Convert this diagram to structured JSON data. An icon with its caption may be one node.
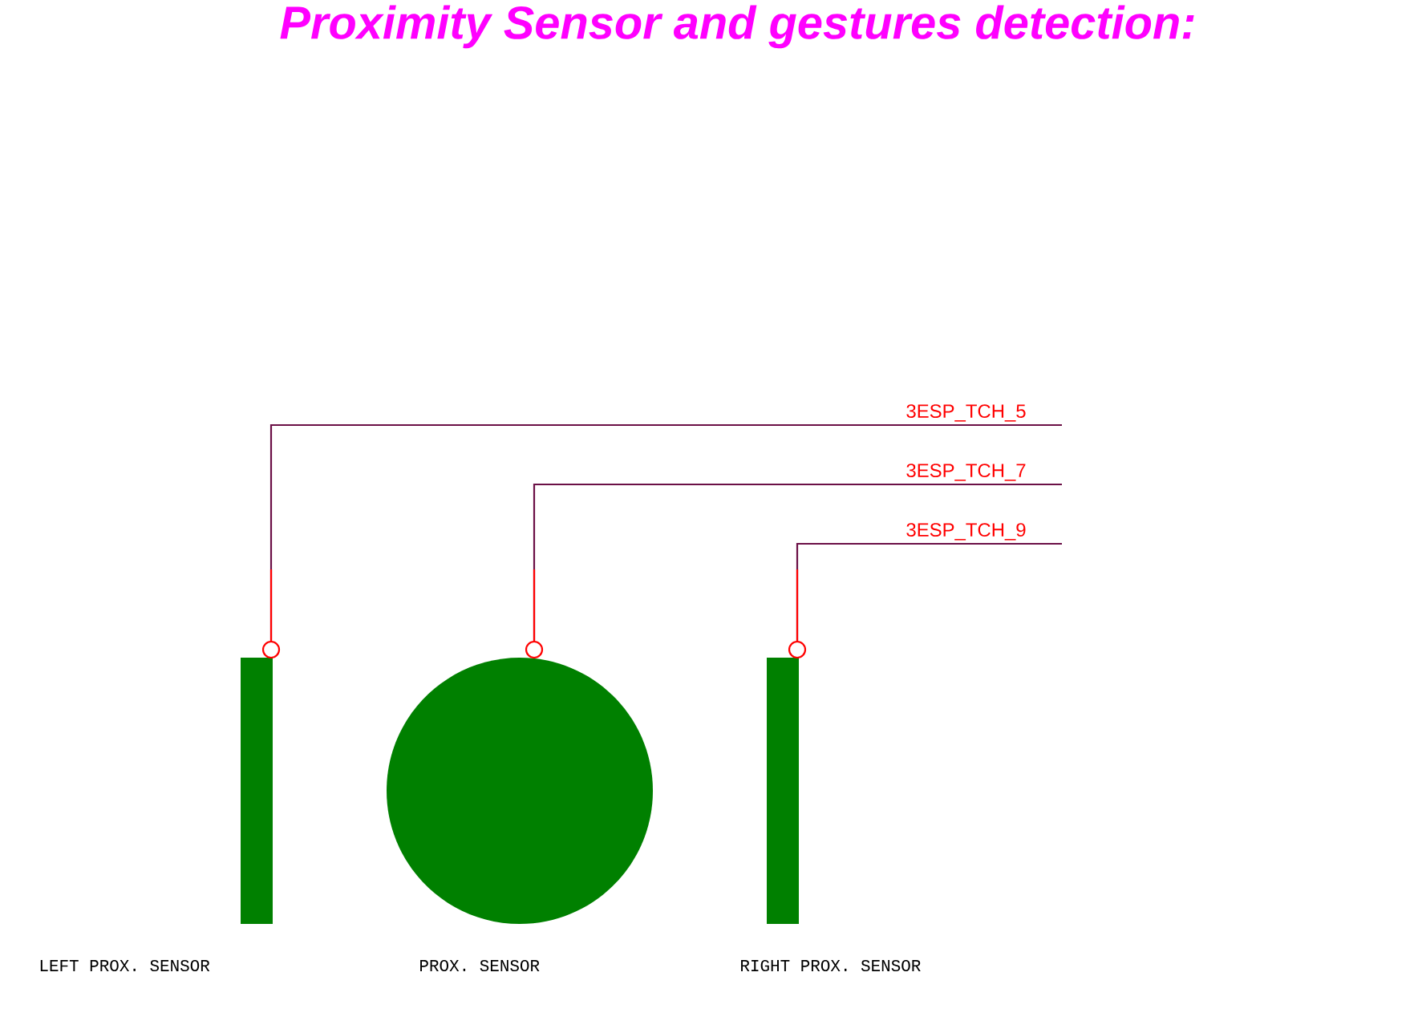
{
  "diagram": {
    "title": "Proximity Sensor and gestures detection:",
    "nodes": [
      {
        "text": [],
        "shape": "bar",
        "beside": [
          "LEFT PROX. SENSOR"
        ]
      },
      {
        "text": [],
        "shape": "circle",
        "beside": [
          "PROX. SENSOR"
        ]
      },
      {
        "text": [],
        "shape": "bar",
        "beside": [
          "RIGHT PROX. SENSOR"
        ]
      }
    ],
    "edges": [
      {
        "from": 0,
        "to": null,
        "arrow": "other",
        "label": "3ESP_TCH_5"
      },
      {
        "from": 1,
        "to": null,
        "arrow": "other",
        "label": "3ESP_TCH_7"
      },
      {
        "from": 2,
        "to": null,
        "arrow": "other",
        "label": "3ESP_TCH_9"
      }
    ]
  }
}
